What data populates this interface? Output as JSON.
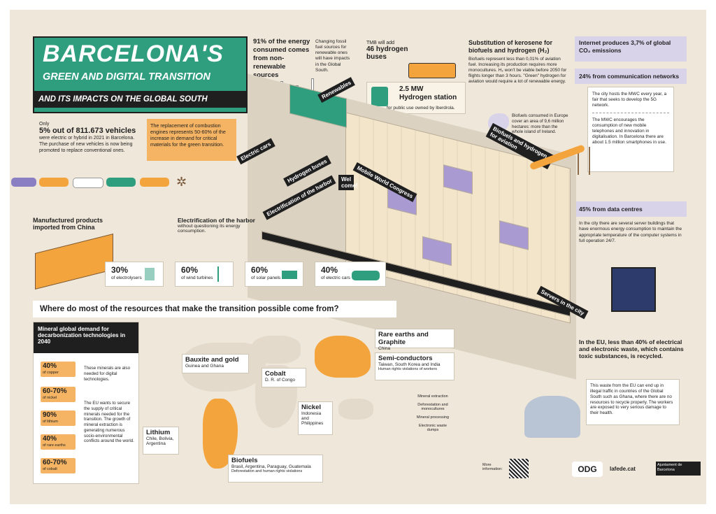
{
  "title": {
    "line1": "BARCELONA'S",
    "line2": "GREEN AND DIGITAL TRANSITION",
    "line3": "AND ITS IMPACTS ON THE GLOBAL SOUTH"
  },
  "vehicles": {
    "lead_small": "Only",
    "lead_big": "5% out of 811.673 vehicles",
    "text": "were electric or hybrid in 2021 in Barcelona. The purchase of new vehicles is now being promoted to replace conventional ones."
  },
  "combustion": {
    "text": "The replacement of combustion engines represents 50-60% of the increase in demand for critical materials for the green transition."
  },
  "energy": {
    "head": "91% of the energy consumed comes from non-renewable sources",
    "side": "Changing fossil fuel sources for renewable ones will have impacts in the Global South."
  },
  "tmb": {
    "small": "TMB will add",
    "big": "46 hydrogen buses"
  },
  "hydrogen_station": {
    "big1": "2.5 MW",
    "big2": "Hydrogen station",
    "small": "for public use owned by Iberdrola."
  },
  "kerosene": {
    "head": "Substitution of kerosene for biofuels and hydrogen (H₂)",
    "text": "Biofuels represent less than 0,01% of aviation fuel. Increasing its production requires more monocultures. H₂ won't be viable before 2050 for flights longer than 3 hours. \"Green\" hydrogen for aviation would require a lot of renewable energy.",
    "map_note": "Biofuels consumed in Europe cover an area of 9,6 million hectares: more than the whole island of Ireland."
  },
  "internet": {
    "head": "Internet produces 3,7% of global CO₂ emissions",
    "comm_head": "24% from communication networks",
    "comm_text1": "The city hosts the MWC every year, a fair that seeks to develop the 5G network.",
    "comm_text2": "The MWC encourages the consumption of new mobile telephones and innovation in digitalisation. In Barcelona there are about 1.5 million smartphones in use.",
    "data_head": "45% from data centres",
    "data_text": "In the city there are several server buildings that have enormous energy consumption to maintain the appropriate temperature of the computer systems in full operation 24/7."
  },
  "ewaste": {
    "head": "In the EU, less than 40% of electrical and electronic waste, which contains toxic substances, is recycled.",
    "text": "This waste from the EU can end up in illegal traffic in countries of the Global South such as Ghana, where there are no resources to recycle properly. The workers are exposed to very serious damage to their health."
  },
  "map_labels": {
    "renewables": "Renewables",
    "electric_cars": "Electric cars",
    "hydrogen_buses": "Hydrogen buses",
    "harbor": "Electrification of the harbor",
    "welcome": "Wel come!",
    "mwc": "Mobile World Congress",
    "biofuels_aviation": "Biofuels and hydrogen for aviation",
    "servers": "Servers in the city"
  },
  "china_import": "Manufactured products imported from China",
  "harbor_note": {
    "head": "Electrification of the harbor",
    "text": "without questioning its energy consumption."
  },
  "china_shares": [
    {
      "value": "30%",
      "label": "of electrolysers"
    },
    {
      "value": "60%",
      "label": "of wind turbines"
    },
    {
      "value": "60%",
      "label": "of solar panels"
    },
    {
      "value": "40%",
      "label": "of electric cars"
    }
  ],
  "question": "Where do most of the resources that make the transition possible come from?",
  "minerals": {
    "head": "Mineral global demand for decarbonization technologies in 2040",
    "items": [
      {
        "value": "40%",
        "name": "of copper"
      },
      {
        "value": "60-70%",
        "name": "of nickel"
      },
      {
        "value": "90%",
        "name": "of lithium"
      },
      {
        "value": "40%",
        "name": "of rare earths"
      },
      {
        "value": "60-70%",
        "name": "of cobalt"
      }
    ],
    "note1": "These minerals are also needed for digital technologies.",
    "note2": "The EU wants to secure the supply of critical minerals needed for the transition. The growth of mineral extraction is generating numerous socio-environmental conflicts around the world."
  },
  "regions": {
    "bauxite": {
      "title": "Bauxite and gold",
      "sub": "Guinea and Ghana"
    },
    "cobalt": {
      "title": "Cobalt",
      "sub": "D. R. of Congo"
    },
    "rare": {
      "title": "Rare earths and Graphite",
      "sub": "China"
    },
    "semi": {
      "title": "Semi-conductors",
      "sub": "Taiwan, South Korea and India",
      "note": "Human rights violations of workers"
    },
    "nickel": {
      "title": "Nickel",
      "sub": "Indonesia and Philippines"
    },
    "lithium": {
      "title": "Lithium",
      "sub": "Chile, Bolivia, Argentina"
    },
    "biofuels": {
      "title": "Biofuels",
      "sub": "Brasil, Argentina, Paraguay, Guatemala",
      "note": "Deforestation and human rights violations"
    }
  },
  "legend": [
    "Mineral extraction",
    "Deforestation and monocultures",
    "Mineral processing",
    "Electronic waste dumps"
  ],
  "footer": {
    "more_info": "More information:",
    "odg": "ODG",
    "lafede": "lafede.cat",
    "ajuntament": "Ajuntament de Barcelona"
  },
  "colors": {
    "green": "#2f9e7f",
    "orange": "#f4b464",
    "lilac": "#d9d3ea",
    "dark": "#1f1f1f",
    "beige": "#efe7da"
  }
}
